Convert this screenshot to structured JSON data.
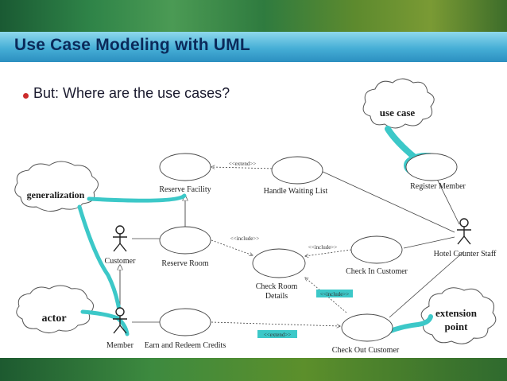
{
  "slide": {
    "title": "Use Case Modeling with UML",
    "bullet": "But: Where are the use cases?"
  },
  "use_cases": {
    "reserve_facility": "Reserve Facility",
    "handle_waiting_list": "Handle Waiting List",
    "register_member": "Register Member",
    "reserve_room": "Reserve Room",
    "check_in_customer": "Check In Customer",
    "check_room_details": "Check Room Details",
    "earn_redeem": "Earn and Redeem Credits",
    "check_out_customer": "Check Out Customer"
  },
  "check_room_details_lines": [
    "Check Room",
    "Details"
  ],
  "actors": {
    "customer": "Customer",
    "member": "Member",
    "hotel_staff": "Hotel Counter Staff"
  },
  "relations": {
    "extend_top": "<<extend>>",
    "include_reserve": "<<include>>",
    "include_checkin": "<<include>>",
    "include_checkout": "<<include>>",
    "extend_bottom": "<<extend>>"
  },
  "callouts": {
    "use_case": "use case",
    "generalization": "generalization",
    "actor": "actor",
    "extension_point_lines": [
      "extension",
      "point"
    ]
  },
  "colors": {
    "highlight": "#3cc8c8",
    "title_text": "#0b2a5a",
    "bullet_dot": "#cc2b2b"
  }
}
